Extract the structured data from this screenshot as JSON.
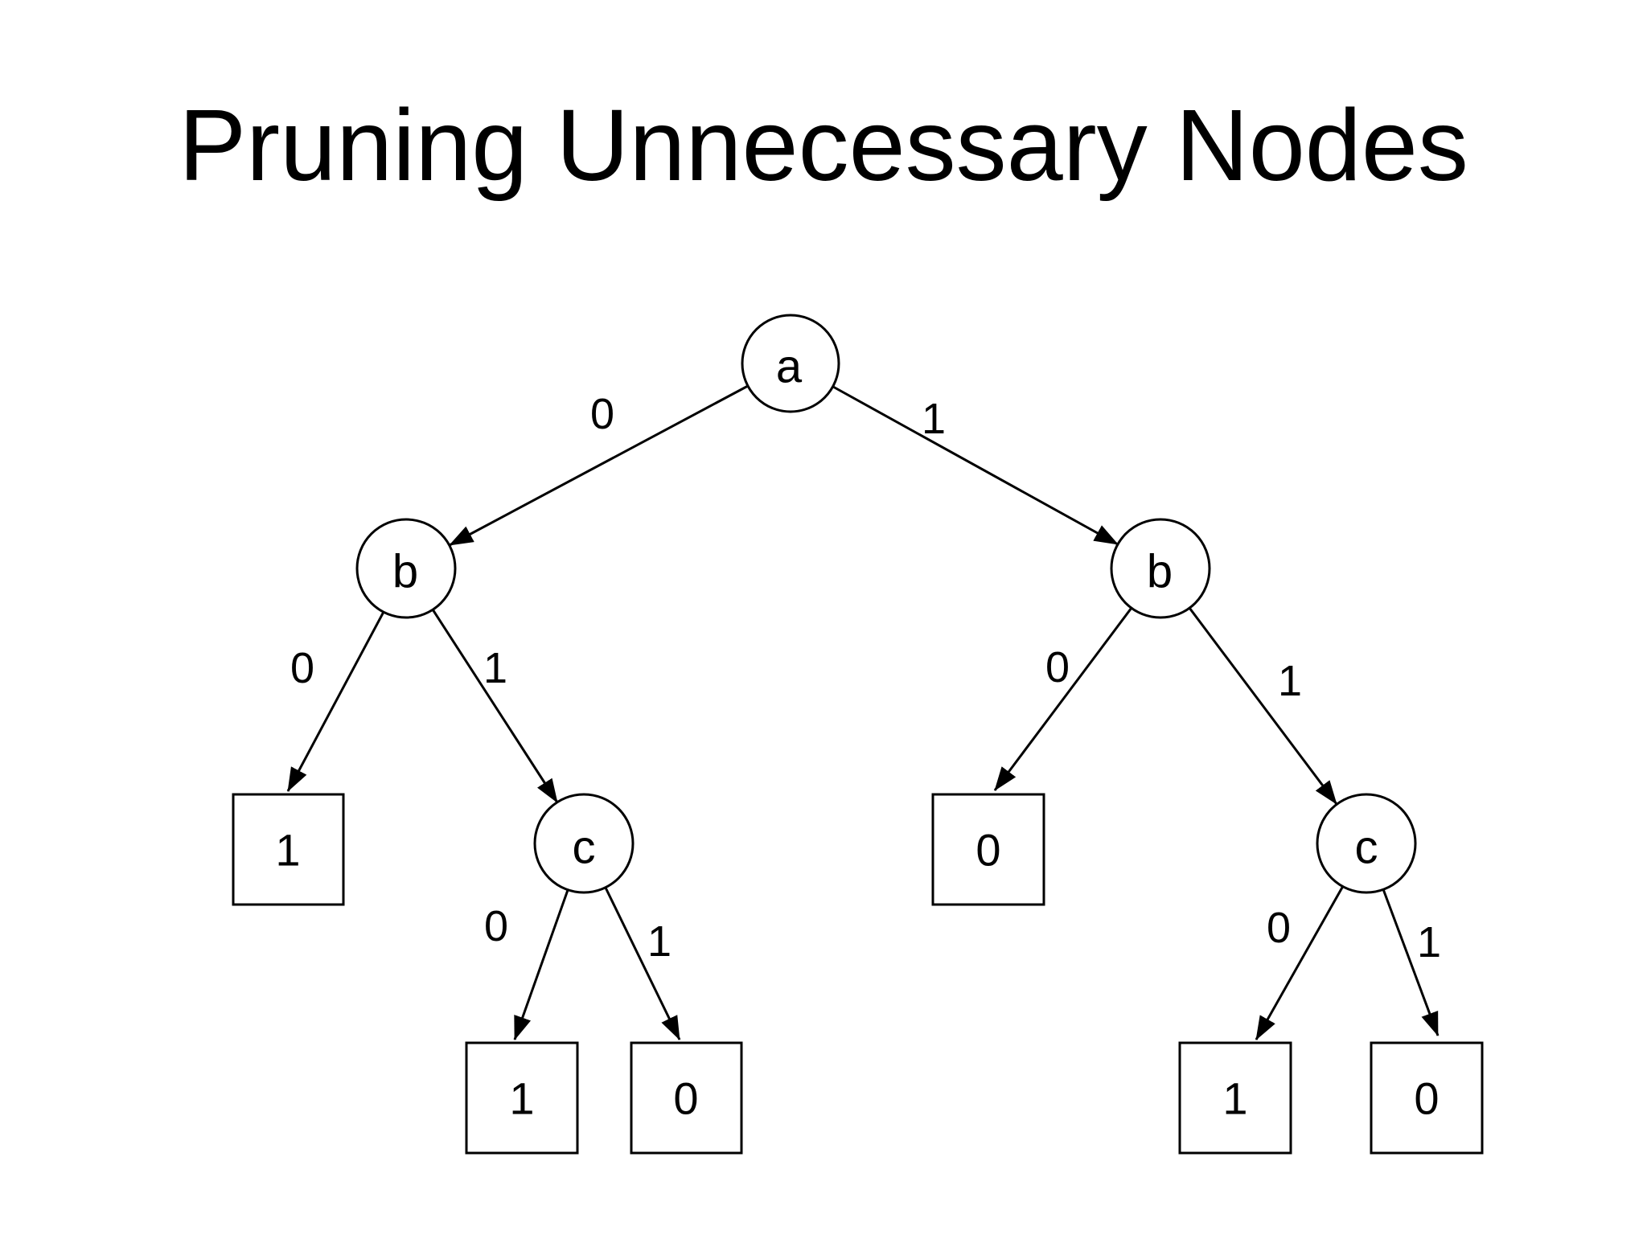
{
  "slide": {
    "title": "Pruning Unnecessary Nodes",
    "background_color": "#ffffff",
    "ink_color": "#000000"
  },
  "diagram": {
    "type": "binary-decision-tree",
    "nodes": [
      {
        "id": "a",
        "label": "a",
        "shape": "circle"
      },
      {
        "id": "b-left",
        "label": "b",
        "shape": "circle"
      },
      {
        "id": "b-right",
        "label": "b",
        "shape": "circle"
      },
      {
        "id": "c-left",
        "label": "c",
        "shape": "circle"
      },
      {
        "id": "c-right",
        "label": "c",
        "shape": "circle"
      },
      {
        "id": "leaf-b-left-0",
        "label": "1",
        "shape": "square"
      },
      {
        "id": "leaf-c-left-0",
        "label": "1",
        "shape": "square"
      },
      {
        "id": "leaf-c-left-1",
        "label": "0",
        "shape": "square"
      },
      {
        "id": "leaf-b-right-0",
        "label": "0",
        "shape": "square"
      },
      {
        "id": "leaf-c-right-0",
        "label": "1",
        "shape": "square"
      },
      {
        "id": "leaf-c-right-1",
        "label": "0",
        "shape": "square"
      }
    ],
    "edges": [
      {
        "from": "a",
        "to": "b-left",
        "label": "0"
      },
      {
        "from": "a",
        "to": "b-right",
        "label": "1"
      },
      {
        "from": "b-left",
        "to": "leaf-b-left-0",
        "label": "0"
      },
      {
        "from": "b-left",
        "to": "c-left",
        "label": "1"
      },
      {
        "from": "c-left",
        "to": "leaf-c-left-0",
        "label": "0"
      },
      {
        "from": "c-left",
        "to": "leaf-c-left-1",
        "label": "1"
      },
      {
        "from": "b-right",
        "to": "leaf-b-right-0",
        "label": "0"
      },
      {
        "from": "b-right",
        "to": "c-right",
        "label": "1"
      },
      {
        "from": "c-right",
        "to": "leaf-c-right-0",
        "label": "0"
      },
      {
        "from": "c-right",
        "to": "leaf-c-right-1",
        "label": "1"
      }
    ]
  }
}
